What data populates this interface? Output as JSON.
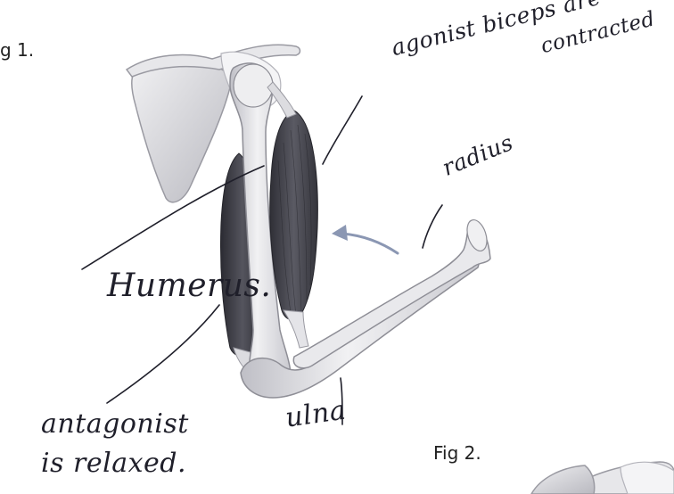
{
  "figure_labels": {
    "fig1": "g 1.",
    "fig2": "Fig 2."
  },
  "annotations": {
    "agonist_line1": "agonist biceps are",
    "agonist_line2": "contracted",
    "radius": "radius",
    "humerus": "Humerus.",
    "antagonist_line1": "antagonist",
    "antagonist_line2": "is relaxed.",
    "ulna": "ulna"
  },
  "colors": {
    "bone_fill": "#e2e2e6",
    "bone_stroke": "#9a9aa2",
    "muscle_dark": "#3c3c44",
    "muscle_mid": "#6b6b74",
    "ink": "#1f1f2a",
    "arrow": "#8b97b3"
  }
}
